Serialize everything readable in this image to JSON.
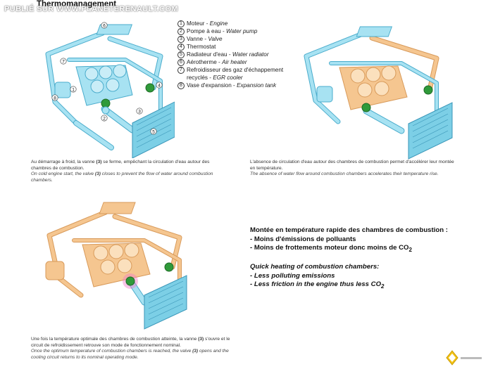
{
  "watermark": "PUBLIÉ SUR WWW.PLANETERENAULT.COM",
  "title": "Thermomanagement",
  "legend": [
    {
      "num": "1",
      "fr": "Moteur",
      "en": "Engine"
    },
    {
      "num": "2",
      "fr": "Pompe à eau",
      "en": "Water pump"
    },
    {
      "num": "3",
      "fr": "Vanne",
      "en": "Valve"
    },
    {
      "num": "4",
      "fr": "Thermostat",
      "en": ""
    },
    {
      "num": "5",
      "fr": "Radiateur d'eau",
      "en": "Water radiator"
    },
    {
      "num": "6",
      "fr": "Aérotherme",
      "en": "Air heater"
    },
    {
      "num": "7",
      "fr": "Refroidisseur des gaz d'échappement recyclés",
      "en": "EGR cooler"
    },
    {
      "num": "8",
      "fr": "Vase d'expansion",
      "en": "Expansion tank"
    }
  ],
  "legend_separator": " - ",
  "legend_line7_a": "Refroidisseur des gaz d'échappement",
  "legend_line7_b": "recyclés",
  "callouts": [
    "1",
    "2",
    "3",
    "4",
    "5",
    "6",
    "7",
    "8"
  ],
  "captions": {
    "c1": {
      "fr_a": "Au démarrage à froid, la vanne ",
      "fr_bold": "(3)",
      "fr_b": " se ferme, empêchant la circulation d'eau autour des chambres de combustion.",
      "en_a": "On cold engine start, the valve ",
      "en_bold": "(3)",
      "en_b": " closes to prevent the flow of water around combustion chambers."
    },
    "c2": {
      "fr": "L'absence de circulation d'eau autour des chambres de combustion permet d'accélérer leur montée en température.",
      "en": "The absence of water flow around combustion chambers accelerates their temperature rise."
    },
    "c3": {
      "fr_a": "Une fois la température optimale des chambres de combustion atteinte, la vanne ",
      "fr_bold": "(3)",
      "fr_b": " s'ouvre et le circuit de refroidissement retrouve son mode de fonctionnement nominal.",
      "en_a": "Once the optimum temperature of combustion chambers is reached, the valve ",
      "en_bold": "(3)",
      "en_b": " opens and the cooling circuit returns to its nominal operating mode."
    }
  },
  "summary": {
    "fr_title": "Montée en température rapide des chambres de combustion :",
    "fr_items": [
      "- Moins d'émissions de polluants",
      "- Moins de frottements moteur donc moins de CO"
    ],
    "fr_sub": "2",
    "en_title": "Quick heating of combustion chambers:",
    "en_items": [
      "- Less polluting emissions",
      "- Less friction in the engine thus less CO"
    ],
    "en_sub": "2"
  },
  "colors": {
    "cold_blue": "#8fd8ec",
    "cold_blue_dark": "#4aaccc",
    "warm_orange": "#f5c690",
    "warm_orange_dark": "#d89a5a",
    "valve_green": "#2f9a3a",
    "highlight_pink": "#f07cc8",
    "radiator_blue": "#7ccfe6",
    "logo_yellow": "#f3c316"
  }
}
